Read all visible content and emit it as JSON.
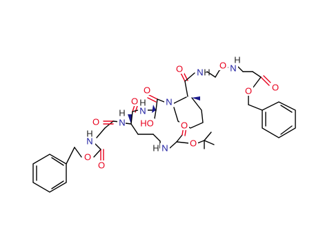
{
  "atom_labels": {
    "o_cbz_ring_ether": "O",
    "o_cbz_carbonyl": "O",
    "n_cbz": "N",
    "h_cbz": "H",
    "o_gly1": "O",
    "n_lys": "N",
    "h_lys": "H",
    "o_lys": "O",
    "n_ser": "N",
    "h_ser": "H",
    "ho_ser": "HO",
    "o_ser": "O",
    "n_pro": "N",
    "o_pro": "O",
    "n_gly2": "N",
    "h_gly2": "H",
    "o_gly2": "O",
    "n_gly3": "N",
    "h_gly3": "H",
    "o_ester_carbonyl": "O",
    "o_ester": "O",
    "n_boc": "N",
    "h_boc": "H",
    "o_boc_carbonyl": "O",
    "o_boc_ether": "O"
  },
  "colors": {
    "oxygen": "#e8001c",
    "nitrogen": "#1a1aa0",
    "carbon": "#000000"
  }
}
